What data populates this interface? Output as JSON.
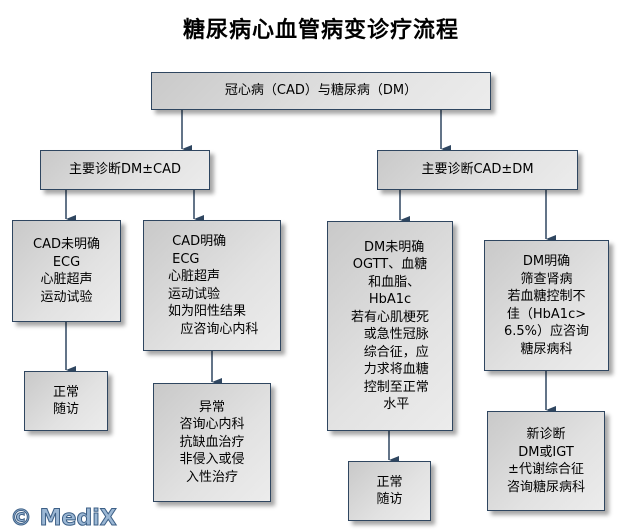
{
  "title": "糖尿病心血管病变诊疗流程",
  "root": "冠心病（CAD）与糖尿病（DM）",
  "branch_left": "主要诊断DM±CAD",
  "branch_right": "主要诊断CAD±DM",
  "cad_unclear": [
    "CAD未明确",
    "ECG",
    "心脏超声",
    "运动试验"
  ],
  "cad_unclear_normal": [
    "正常",
    "随访"
  ],
  "cad_clear": [
    " CAD明确",
    " ECG",
    "心脏超声",
    "运动试验",
    "如为阳性结果",
    "   应咨询心内科"
  ],
  "cad_clear_abnormal": [
    "异常",
    "咨询心内科",
    "抗缺血治疗",
    "非侵入或侵",
    "入性治疗"
  ],
  "dm_unclear": [
    "  DM未明确",
    "OGTT、血糖",
    "  和血脂、",
    "HbA1c",
    "若有心肌梗死",
    "   或急性冠脉",
    "   综合征，应",
    "   力求将血糖",
    "   控制至正常",
    "   水平"
  ],
  "dm_unclear_normal": [
    "正常",
    "随访"
  ],
  "dm_clear": [
    "DM明确",
    "筛查肾病",
    "若血糖控制不",
    "佳（HbA1c>",
    "6.5%）应咨询",
    "糖尿病科"
  ],
  "dm_clear_new": [
    "新诊断",
    "DM或IGT",
    "±代谢综合征",
    "咨询糖尿病科"
  ],
  "logo": "© MediX",
  "colors": {
    "border": "#2f4660",
    "arrow": "#2f4660"
  }
}
